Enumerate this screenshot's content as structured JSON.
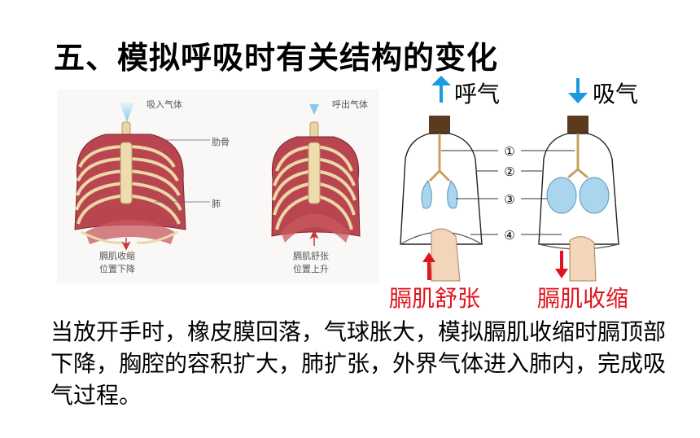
{
  "title": "五、模拟呼吸时有关结构的变化",
  "left_figure": {
    "inhale_label": "吸入气体",
    "exhale_label": "呼出气体",
    "rib_label": "肋骨",
    "lung_label": "肺",
    "diaphragm_contract_line1": "膈肌收缩",
    "diaphragm_contract_line2": "位置下降",
    "diaphragm_relax_line1": "膈肌舒张",
    "diaphragm_relax_line2": "位置上升"
  },
  "right_figure": {
    "exhale_label": "呼气",
    "inhale_label": "吸气",
    "markers": [
      "①",
      "②",
      "③",
      "④"
    ],
    "relax_label": "膈肌舒张",
    "contract_label": "膈肌收缩"
  },
  "body_text": "当放开手时，橡皮膜回落，气球胀大，模拟膈肌收缩时膈顶部下降，胸腔的容积扩大，肺扩张，外界气体进入肺内，完成吸气过程。",
  "colors": {
    "up_arrow": "#1b9ae0",
    "down_arrow": "#1b9ae0",
    "muscle_text": "#e0141e",
    "lung_fill": "#a9d5ef",
    "muscle_red": "#b8454f",
    "bone": "#ecd7a7"
  }
}
